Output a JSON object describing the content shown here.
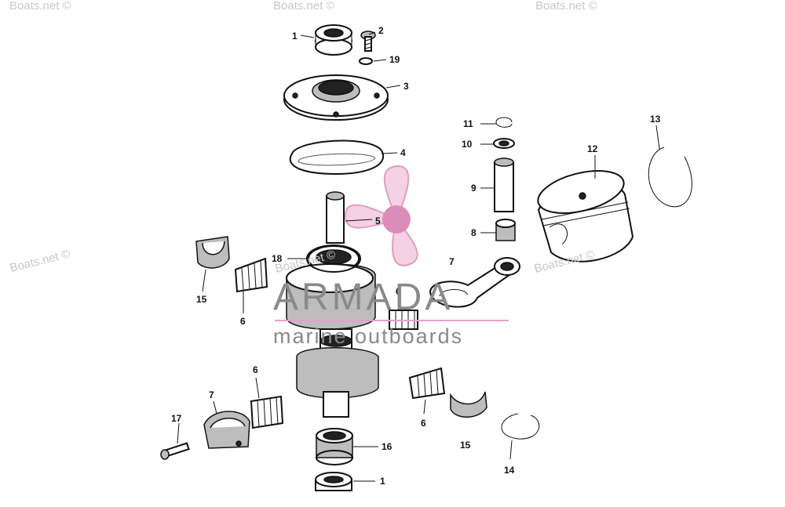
{
  "watermark": {
    "text": "Boats.net ©",
    "brand_title": "ARMADA",
    "brand_subtitle": "marine outboards",
    "accent_color": "#e8a0c8"
  },
  "callouts": [
    {
      "id": "1",
      "part": "seal"
    },
    {
      "id": "2",
      "part": "screw"
    },
    {
      "id": "19",
      "part": "washer"
    },
    {
      "id": "3",
      "part": "bearing-housing"
    },
    {
      "id": "4",
      "part": "gasket"
    },
    {
      "id": "5",
      "part": "crankshaft"
    },
    {
      "id": "18",
      "part": "bearing"
    },
    {
      "id": "11",
      "part": "retaining-ring"
    },
    {
      "id": "10",
      "part": "thrust-washer"
    },
    {
      "id": "9",
      "part": "piston-pin"
    },
    {
      "id": "8",
      "part": "needle-bearing"
    },
    {
      "id": "7",
      "part": "connecting-rod"
    },
    {
      "id": "12",
      "part": "piston"
    },
    {
      "id": "13",
      "part": "piston-ring"
    },
    {
      "id": "15",
      "part": "bearing-cage-half"
    },
    {
      "id": "6",
      "part": "roller-bearing"
    },
    {
      "id": "16",
      "part": "roller-bearing"
    },
    {
      "id": "17",
      "part": "rod-bolt"
    },
    {
      "id": "14",
      "part": "retaining-ring"
    }
  ]
}
